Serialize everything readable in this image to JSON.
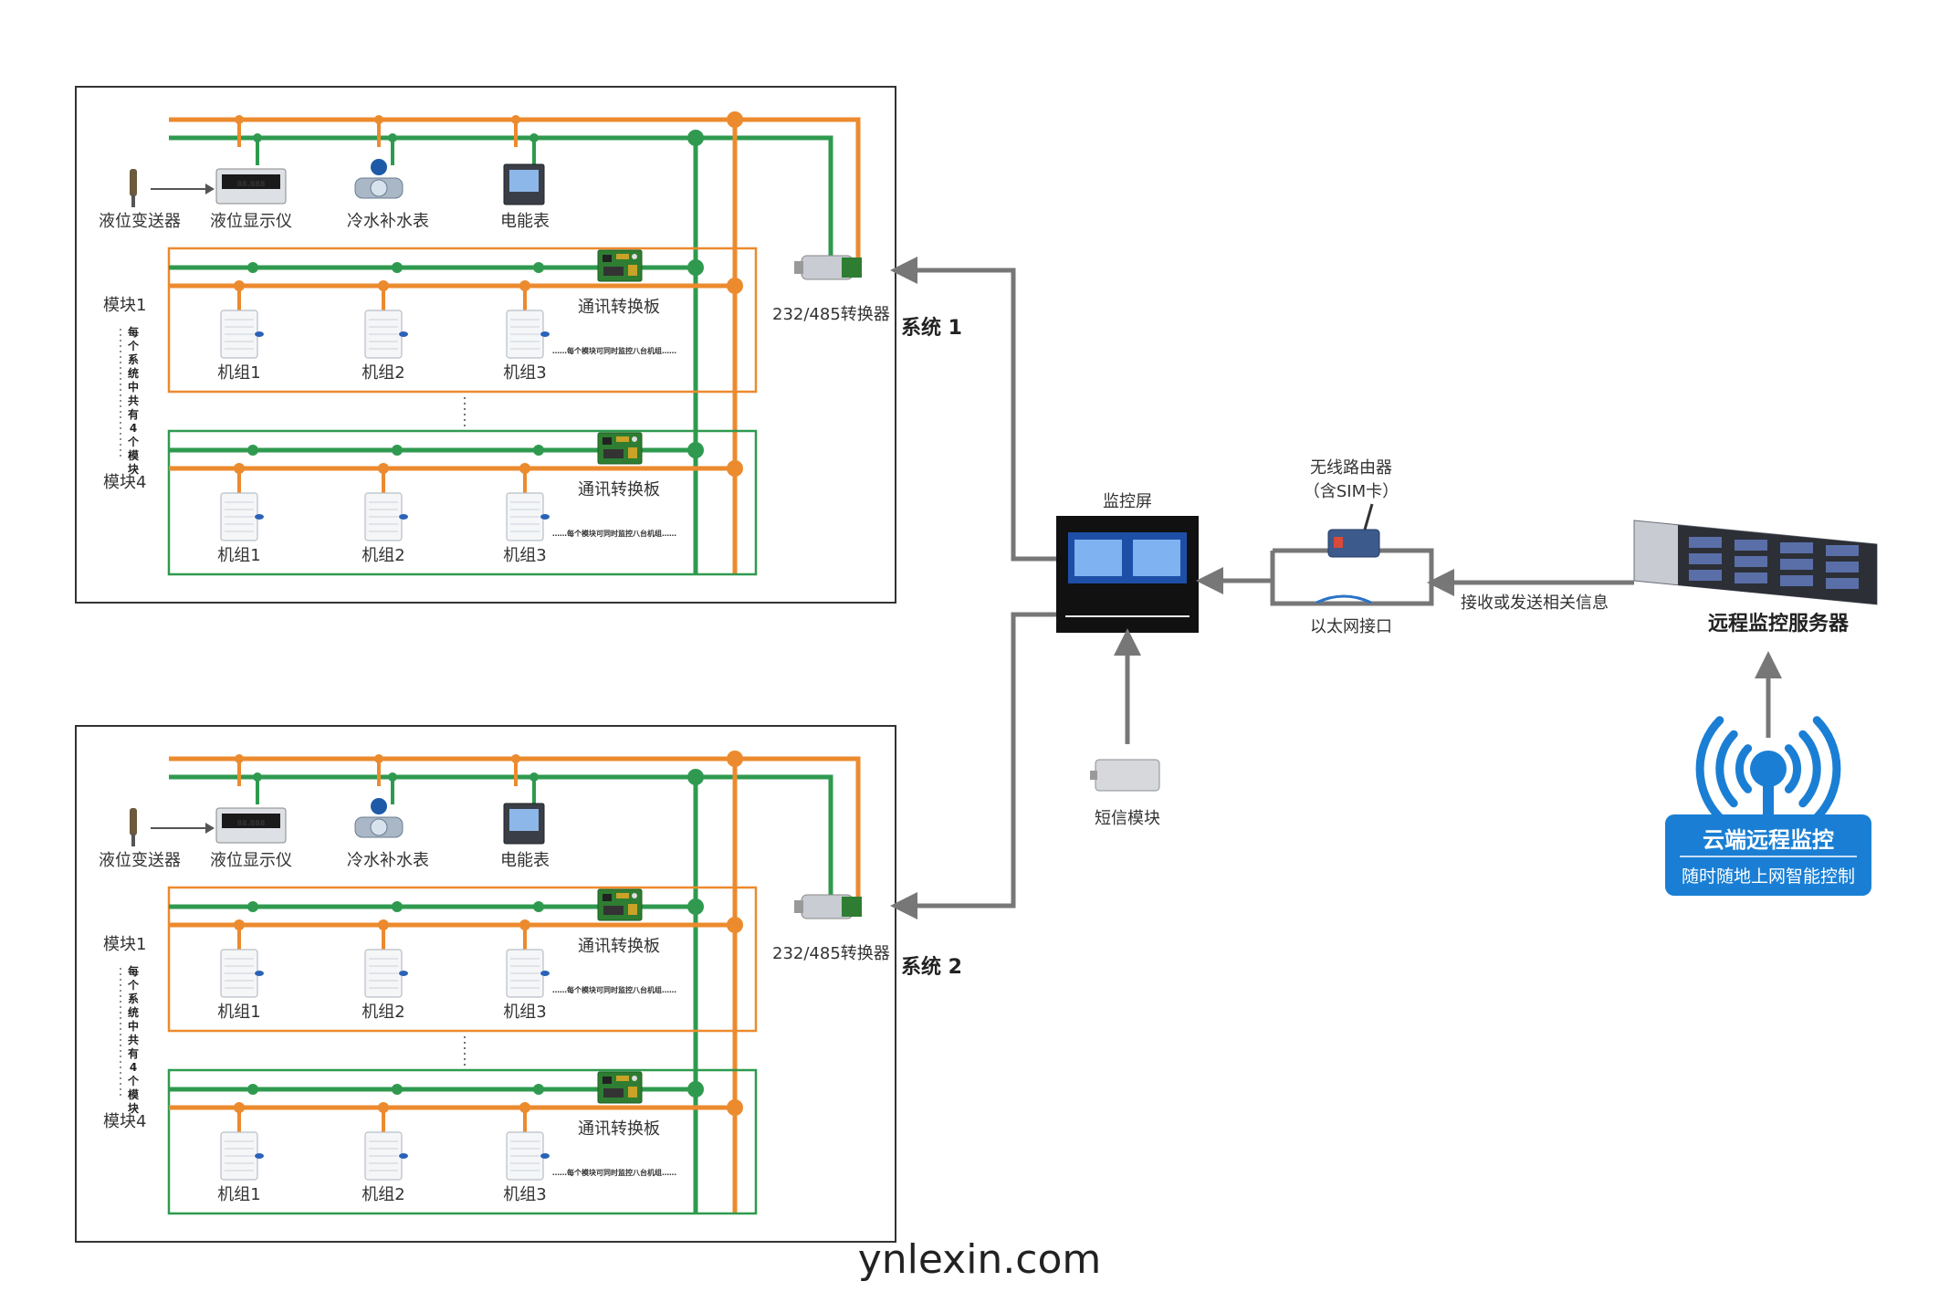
{
  "systems": [
    {
      "label": "系统 1",
      "converter_label": "232/485转换器",
      "sensor_label": "液位变送器",
      "display_label": "液位显示仪",
      "display_readout": "88.888",
      "water_meter_label": "冷水补水表",
      "power_meter_label": "电能表",
      "side_note": "每个系统中共有4个模块",
      "modules": [
        {
          "name": "模块1",
          "board_label": "通讯转换板",
          "note": "……每个模块可同时监控八台机组……",
          "units": [
            "机组1",
            "机组2",
            "机组3"
          ]
        },
        {
          "name": "模块4",
          "board_label": "通讯转换板",
          "note": "……每个模块可同时监控八台机组……",
          "units": [
            "机组1",
            "机组2",
            "机组3"
          ]
        }
      ]
    },
    {
      "label": "系统 2",
      "converter_label": "232/485转换器",
      "sensor_label": "液位变送器",
      "display_label": "液位显示仪",
      "display_readout": "88.888",
      "water_meter_label": "冷水补水表",
      "power_meter_label": "电能表",
      "side_note": "每个系统中共有4个模块",
      "modules": [
        {
          "name": "模块1",
          "board_label": "通讯转换板",
          "note": "……每个模块可同时监控八台机组……",
          "units": [
            "机组1",
            "机组2",
            "机组3"
          ]
        },
        {
          "name": "模块4",
          "board_label": "通讯转换板",
          "note": "……每个模块可同时监控八台机组……",
          "units": [
            "机组1",
            "机组2",
            "机组3"
          ]
        }
      ]
    }
  ],
  "monitor": {
    "label": "监控屏"
  },
  "sms": {
    "label": "短信模块"
  },
  "router": {
    "label_line1": "无线路由器",
    "label_line2": "（含SIM卡）",
    "ethernet_label": "以太网接口"
  },
  "link_label": "接收或发送相关信息",
  "server": {
    "label": "远程监控服务器"
  },
  "cloud": {
    "title": "云端远程监控",
    "subtitle": "随时随地上网智能控制"
  },
  "footer": "ynlexin.com",
  "colors": {
    "orange_line": "#ec8a2e",
    "green_line": "#2f9a4f",
    "arrow_gray": "#777777",
    "cloud_blue": "#1a7fd4"
  }
}
